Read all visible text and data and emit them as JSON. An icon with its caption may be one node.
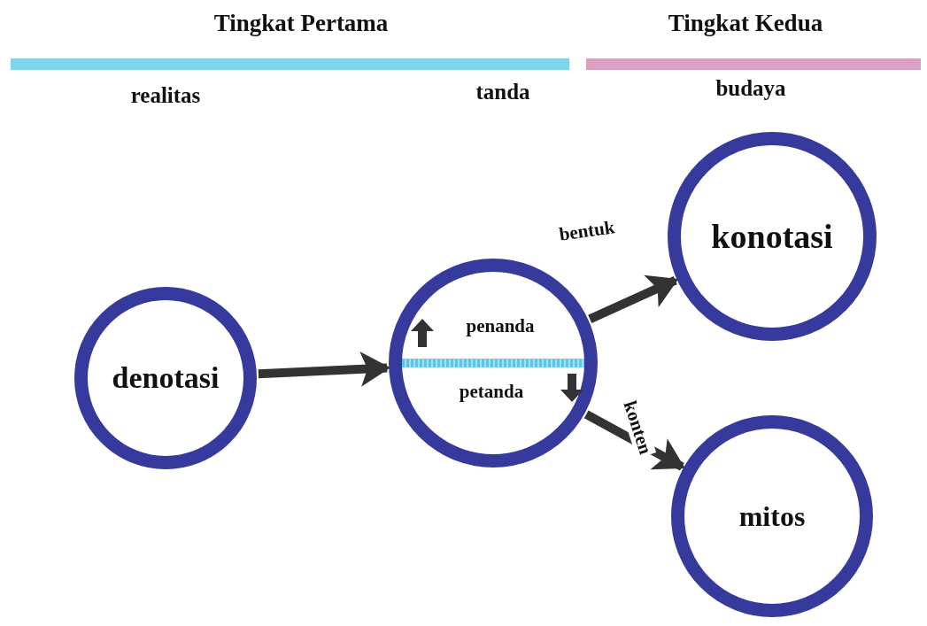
{
  "diagram": {
    "nodes": [
      {
        "text": [
          "denotasi"
        ]
      },
      {
        "text": [
          "penanda",
          "petanda"
        ]
      },
      {
        "text": [
          "konotasi"
        ]
      },
      {
        "text": [
          "mitos"
        ]
      }
    ],
    "edges": [
      {
        "from": 0,
        "to": 1,
        "arrow": "to"
      },
      {
        "from": 1,
        "to": 2,
        "arrow": "to",
        "label": "bentuk"
      },
      {
        "from": 1,
        "to": 3,
        "arrow": "to",
        "label": "konten"
      }
    ],
    "labels": [
      "Tingkat Pertama",
      "Tingkat Kedua",
      "realitas",
      "tanda",
      "budaya"
    ]
  }
}
